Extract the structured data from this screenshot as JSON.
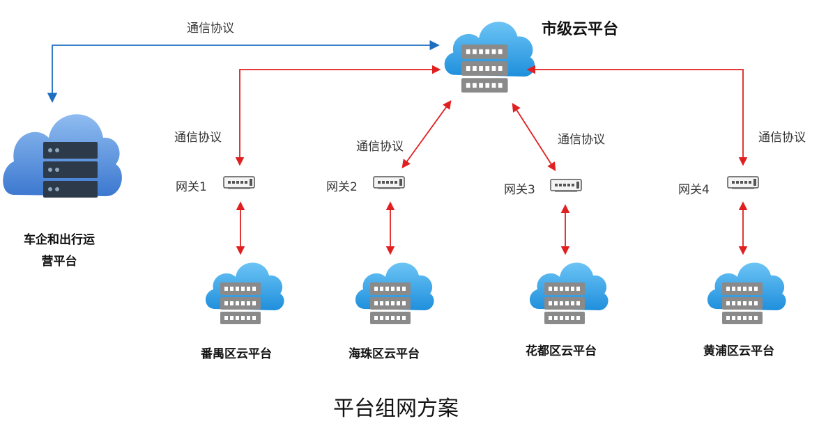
{
  "city_platform": {
    "label": "市级云平台"
  },
  "operation_platform": {
    "label_line1": "车企和出行运",
    "label_line2": "营平台"
  },
  "protocols": {
    "top": "通信协议",
    "gw1": "通信协议",
    "gw2": "通信协议",
    "gw3": "通信协议",
    "gw4": "通信协议"
  },
  "gateways": [
    {
      "label": "网关1"
    },
    {
      "label": "网关2"
    },
    {
      "label": "网关3"
    },
    {
      "label": "网关4"
    }
  ],
  "district_platforms": [
    {
      "label": "番禺区云平台"
    },
    {
      "label": "海珠区云平台"
    },
    {
      "label": "花都区云平台"
    },
    {
      "label": "黄浦区云平台"
    }
  ],
  "caption": "平台组网方案",
  "colors": {
    "red_arrow": "#e02020",
    "blue_arrow": "#1e6fbf",
    "cloud_blue": "#3aa0e8",
    "server_gray": "#7a7a7a"
  }
}
